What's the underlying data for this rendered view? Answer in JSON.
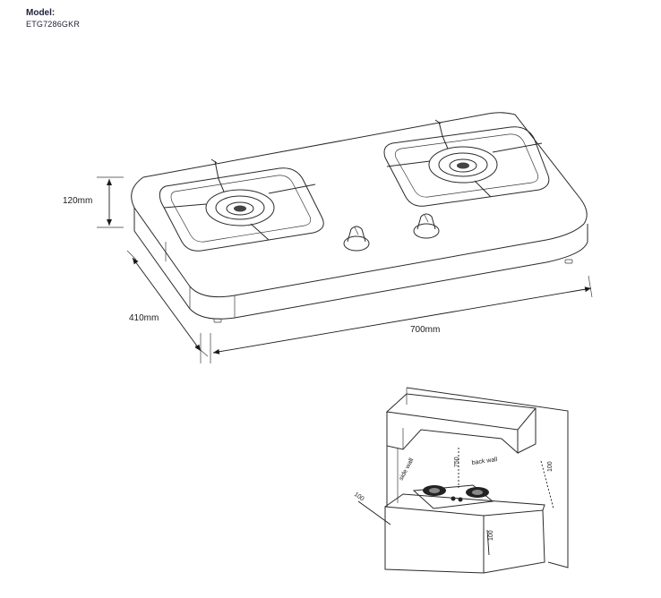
{
  "header": {
    "model_label": "Model:",
    "model_number": "ETG7286GKR"
  },
  "dimensions": {
    "height": "120mm",
    "depth": "410mm",
    "width": "700mm"
  },
  "installation": {
    "side_wall_label": "side wall",
    "back_wall_label": "back wall",
    "clearance_top": "750",
    "clearance_right": "100",
    "clearance_left": "100",
    "clearance_front": "100"
  }
}
